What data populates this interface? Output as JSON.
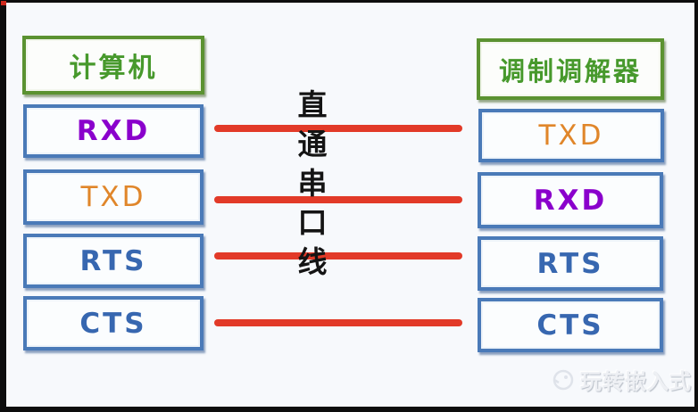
{
  "diagram": {
    "title_hint": "straight-through serial cable pin mapping",
    "left_device": {
      "title": "计算机",
      "pins": [
        {
          "label": "RXD",
          "color": "#8a00cc",
          "weight": "bold"
        },
        {
          "label": "TXD",
          "color": "#e0862a",
          "weight": "normal"
        },
        {
          "label": "RTS",
          "color": "#3767b0",
          "weight": "bold"
        },
        {
          "label": "CTS",
          "color": "#3767b0",
          "weight": "bold"
        }
      ]
    },
    "right_device": {
      "title": "调制调解器",
      "pins": [
        {
          "label": "TXD",
          "color": "#e0862a",
          "weight": "normal"
        },
        {
          "label": "RXD",
          "color": "#8a00cc",
          "weight": "bold"
        },
        {
          "label": "RTS",
          "color": "#3767b0",
          "weight": "bold"
        },
        {
          "label": "CTS",
          "color": "#3767b0",
          "weight": "bold"
        }
      ]
    },
    "center_label": "直通串口线",
    "connections": [
      {
        "from": "RXD",
        "to": "TXD"
      },
      {
        "from": "TXD",
        "to": "RXD"
      },
      {
        "from": "RTS",
        "to": "RTS"
      },
      {
        "from": "CTS",
        "to": "CTS"
      }
    ]
  },
  "colors": {
    "wire_red": "#e23a28",
    "box_border_blue": "#4a7ab8",
    "box_border_green": "#5b9231",
    "device_title_green": "#47992c",
    "center_text_black": "#141414",
    "background": "#f7f9fc",
    "frame_black": "#0d0d0d",
    "corner_mark_red": "#cf2a1e",
    "watermark_gray": "#eef0f4"
  },
  "watermark": {
    "label": "玩转嵌入式"
  }
}
